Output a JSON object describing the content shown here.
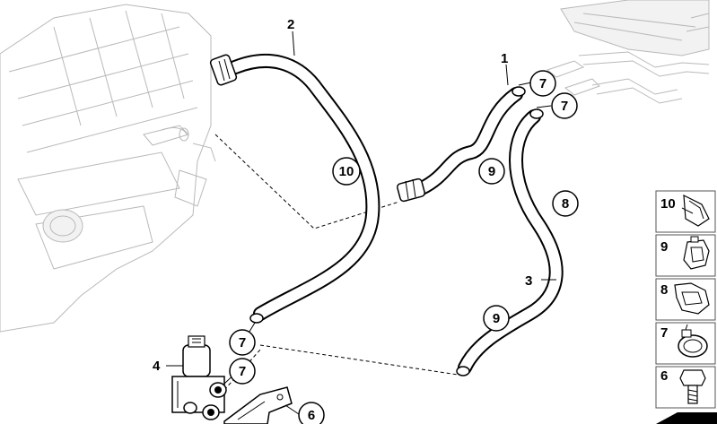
{
  "part_labels": {
    "p1": "1",
    "p2": "2",
    "p3": "3",
    "p4": "4",
    "p6": "6"
  },
  "callouts": {
    "c7a": "7",
    "c7b": "7",
    "c7c": "7",
    "c7d": "7",
    "c8": "8",
    "c9a": "9",
    "c9b": "9",
    "c10": "10"
  },
  "legend": {
    "item10": "10",
    "item9": "9",
    "item8": "8",
    "item7": "7",
    "item6": "6"
  }
}
